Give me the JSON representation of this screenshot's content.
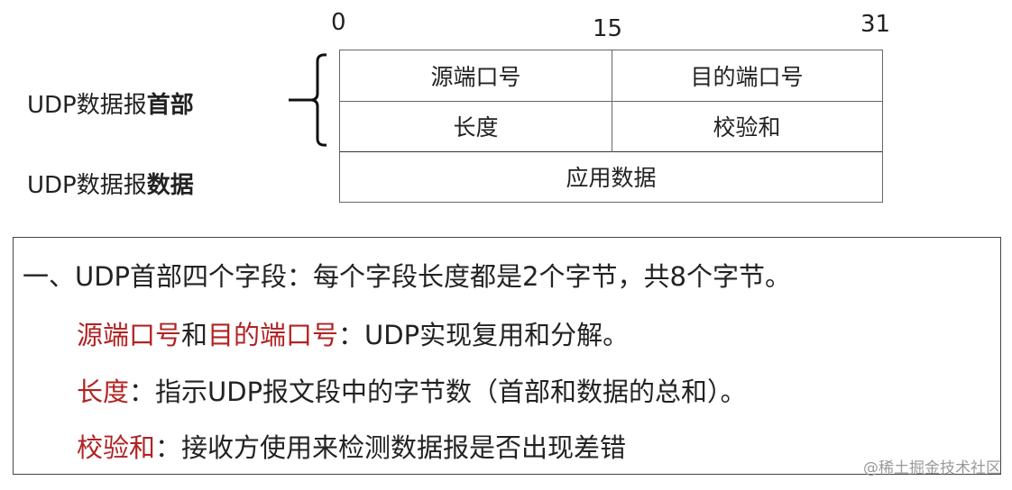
{
  "diagram": {
    "bit_labels": [
      "0",
      "15",
      "31"
    ],
    "side_labels": {
      "header": {
        "prefix": "UDP数据报",
        "bold": "首部"
      },
      "data": {
        "prefix": "UDP数据报",
        "bold": "数据"
      }
    },
    "rows": [
      [
        "源端口号",
        "目的端口号"
      ],
      [
        "长度",
        "校验和"
      ],
      [
        "应用数据"
      ]
    ]
  },
  "notes": {
    "line1": "一、UDP首部四个字段：每个字段长度都是2个字节，共8个字节。",
    "line2": {
      "red1": "源端口号",
      "mid": "和",
      "red2": "目的端口号",
      "rest": "：UDP实现复用和分解。"
    },
    "line3": {
      "red": "长度",
      "rest": "：指示UDP报文段中的字节数（首部和数据的总和）。"
    },
    "line4": {
      "red": "校验和",
      "rest": "：接收方使用来检测数据报是否出现差错"
    }
  },
  "watermark": "@稀土掘金技术社区",
  "colors": {
    "accent_red": "#b22222",
    "border": "#666666"
  }
}
